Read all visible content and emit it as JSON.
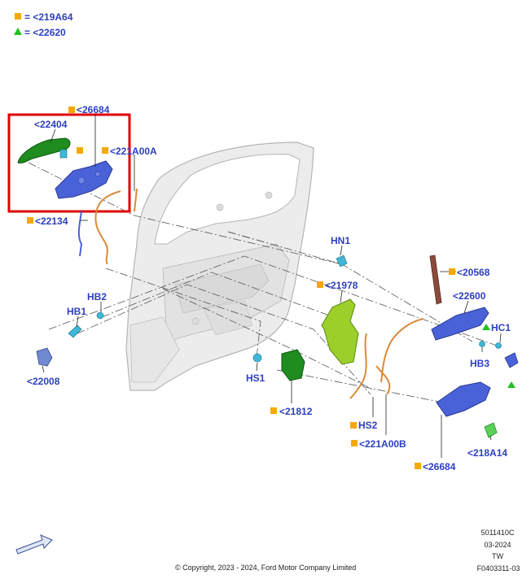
{
  "legend": [
    {
      "symbol": "square",
      "text": "= <219A64"
    },
    {
      "symbol": "triangle",
      "text": "= <22620"
    }
  ],
  "callouts": {
    "c26684_top": "<26684",
    "c22404": "<22404",
    "c221A00A": "<221A00A",
    "c22134": "<22134",
    "cHN1": "HN1",
    "c20568": "<20568",
    "c21978": "<21978",
    "c22600": "<22600",
    "cHC1": "HC1",
    "cHB3": "HB3",
    "cHB2": "HB2",
    "cHB1": "HB1",
    "c22008": "<22008",
    "cHS1": "HS1",
    "c21812": "<21812",
    "cHS2": "HS2",
    "c221A00B": "<221A00B",
    "c218A14": "<218A14",
    "c26684_bottom": "<26684"
  },
  "footer": {
    "copyright": "© Copyright, 2023 - 2024, Ford Motor Company Limited",
    "code1": "5011410C",
    "date": "03-2024",
    "tw": "TW",
    "code2": "F0403311-03"
  },
  "colors": {
    "label": "#2c3fbf",
    "square_marker": "#f5a800",
    "triangle_marker": "#22c022",
    "highlight_box": "#e00000",
    "part_blue": "#4a62d8",
    "part_green": "#1e8c1e",
    "part_lime": "#9ccf2a",
    "part_orange": "#d98a3a",
    "part_brown": "#8b4a3a",
    "part_cyan": "#3fb8d8"
  }
}
